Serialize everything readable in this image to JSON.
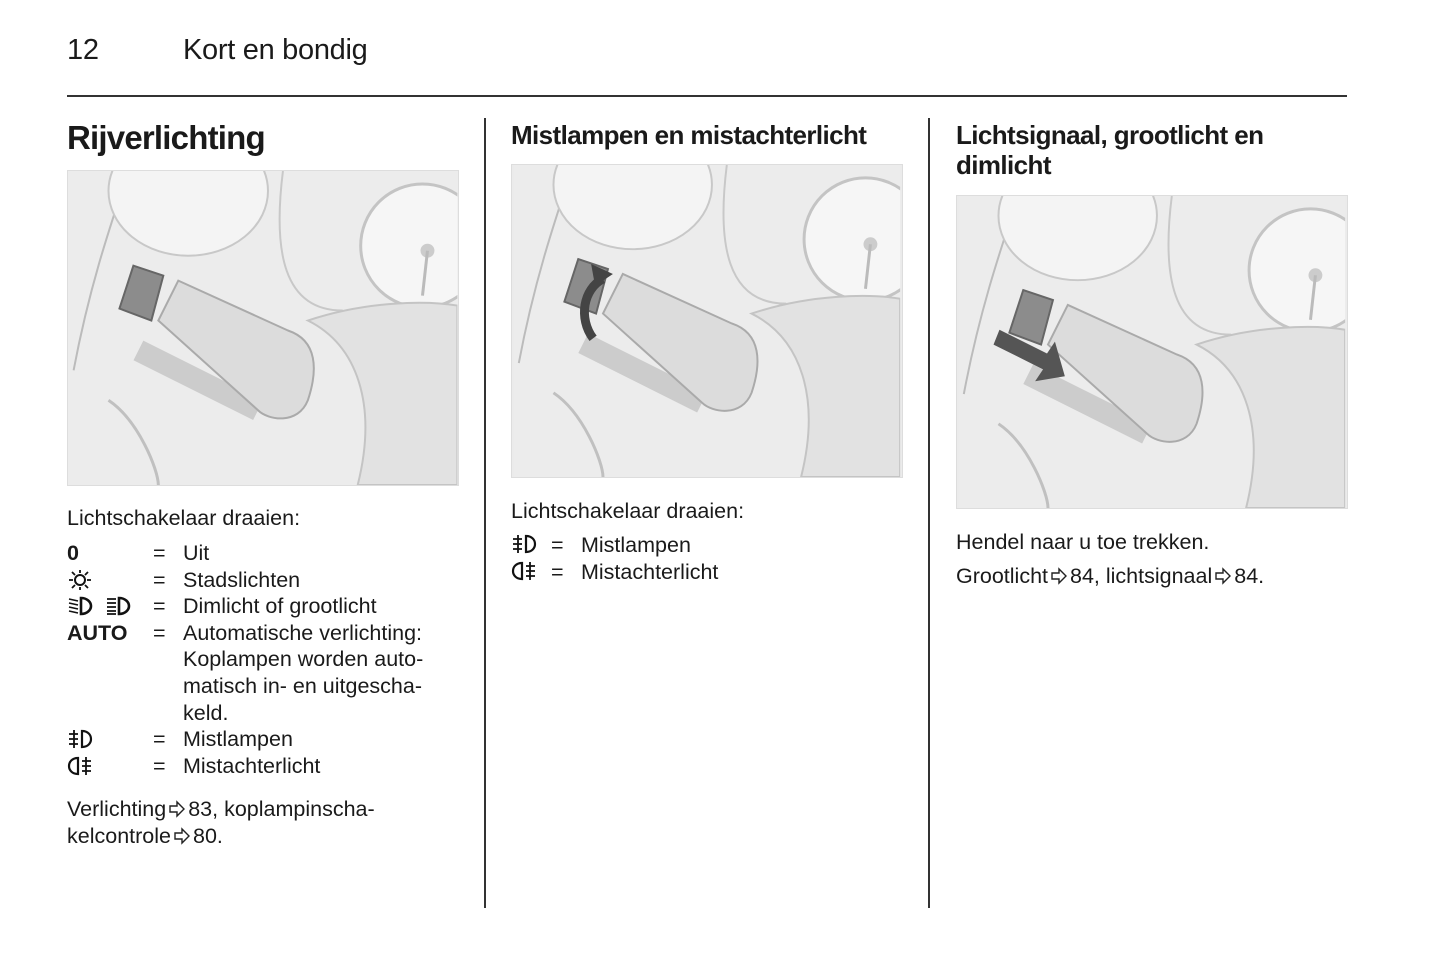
{
  "header": {
    "page_number": "12",
    "chapter": "Kort en bondig"
  },
  "col1": {
    "title": "Rijverlichting",
    "intro": "Lichtschakelaar draaien:",
    "legend": [
      {
        "symbol": "0",
        "icon": "off",
        "text": "Uit"
      },
      {
        "symbol": "",
        "icon": "parking-light-icon",
        "text": "Stadslichten"
      },
      {
        "symbol": "",
        "icon": "low-high-beam-icon",
        "text": "Dimlicht of grootlicht"
      },
      {
        "symbol": "AUTO",
        "icon": "auto",
        "text": "Automatische verlichting:",
        "cont": [
          "Koplampen worden auto-",
          "matisch in- en uitgescha-",
          "keld."
        ]
      },
      {
        "symbol": "",
        "icon": "front-fog-light-icon",
        "text": "Mistlampen"
      },
      {
        "symbol": "",
        "icon": "rear-fog-light-icon",
        "text": "Mistachterlicht"
      }
    ],
    "ref_line1_a": "Verlichting",
    "ref_line1_b": "83, koplampinscha-",
    "ref_line2_a": "kelcontrole",
    "ref_line2_b": "80."
  },
  "col2": {
    "title": "Mistlampen en mistachterlicht",
    "intro": "Lichtschakelaar draaien:",
    "legend": [
      {
        "icon": "front-fog-light-icon",
        "text": "Mistlampen"
      },
      {
        "icon": "rear-fog-light-icon",
        "text": "Mistachterlicht"
      }
    ],
    "eq": "="
  },
  "col3": {
    "title_line1": "Lichtsignaal, grootlicht en",
    "title_line2": "dimlicht",
    "text1": "Hendel naar u toe trekken.",
    "ref_a": "Grootlicht",
    "ref_b": "84, lichtsignaal",
    "ref_c": "84."
  },
  "eq": "="
}
